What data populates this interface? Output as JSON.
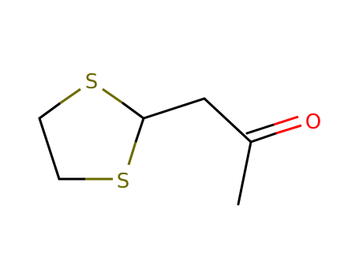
{
  "molecule": {
    "atoms": [
      {
        "id": "S1",
        "label": "S",
        "color": "#6b6b00"
      },
      {
        "id": "S2",
        "label": "S",
        "color": "#6b6b00"
      },
      {
        "id": "O1",
        "label": "O",
        "color": "#ff0000"
      }
    ],
    "colors": {
      "bond": "#000000",
      "sulfur": "#6b6b00",
      "oxygen": "#ff0000"
    }
  }
}
